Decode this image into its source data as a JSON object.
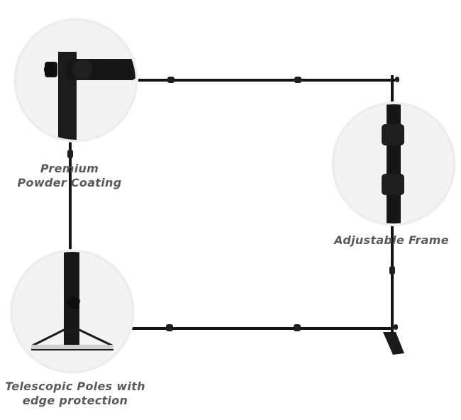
{
  "features": [
    {
      "id": "coating",
      "lines": [
        "Premium",
        "Powder Coating"
      ]
    },
    {
      "id": "frame",
      "lines": [
        "Adjustable Frame"
      ]
    },
    {
      "id": "poles",
      "lines": [
        "Telescopic Poles with",
        "edge protection"
      ]
    }
  ],
  "colors": {
    "frame": "#141414",
    "label": "#5a5a5a",
    "circle_bg": "#f3f3f3",
    "circle_border": "#ececec",
    "background": "#ffffff"
  }
}
